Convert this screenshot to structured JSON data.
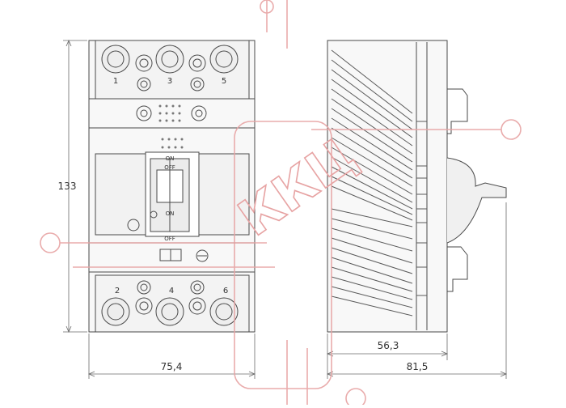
{
  "drawing": {
    "front_view": {
      "height_label": "133",
      "width_label": "75,4",
      "terminal_top_labels": [
        "1",
        "3",
        "5"
      ],
      "terminal_bottom_labels": [
        "2",
        "4",
        "6"
      ],
      "handle_on_label": "ON",
      "handle_off_label": "OFF",
      "switch_on_label": "ON",
      "switch_off_label": "OFF"
    },
    "side_view": {
      "body_depth_label": "56,3",
      "total_depth_label": "81,5"
    },
    "watermark": {
      "text": "ККЦ"
    },
    "colors": {
      "line": "#4a4a4a",
      "light_line": "#9a9a9a",
      "fill": "#f4f4f4",
      "watermark": "#e7a3a3"
    }
  }
}
